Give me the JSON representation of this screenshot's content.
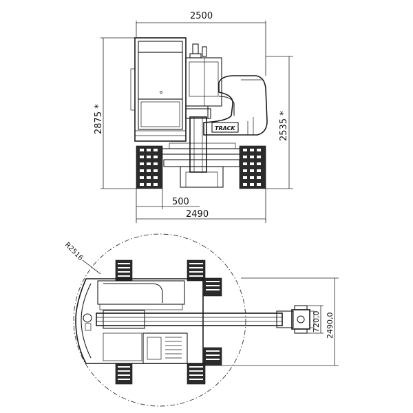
{
  "colors": {
    "line": "#1a1a1a",
    "background": "#ffffff"
  },
  "front_view": {
    "overall_width": "2500",
    "height_cab": "2875 *",
    "height_counterweight": "2535 *",
    "track_gauge_offset": "500",
    "track_width": "2490",
    "badge": "TRACK"
  },
  "top_view": {
    "swing_radius": "R2516",
    "arm_width": "720,0",
    "overall_width": "2490,0"
  }
}
